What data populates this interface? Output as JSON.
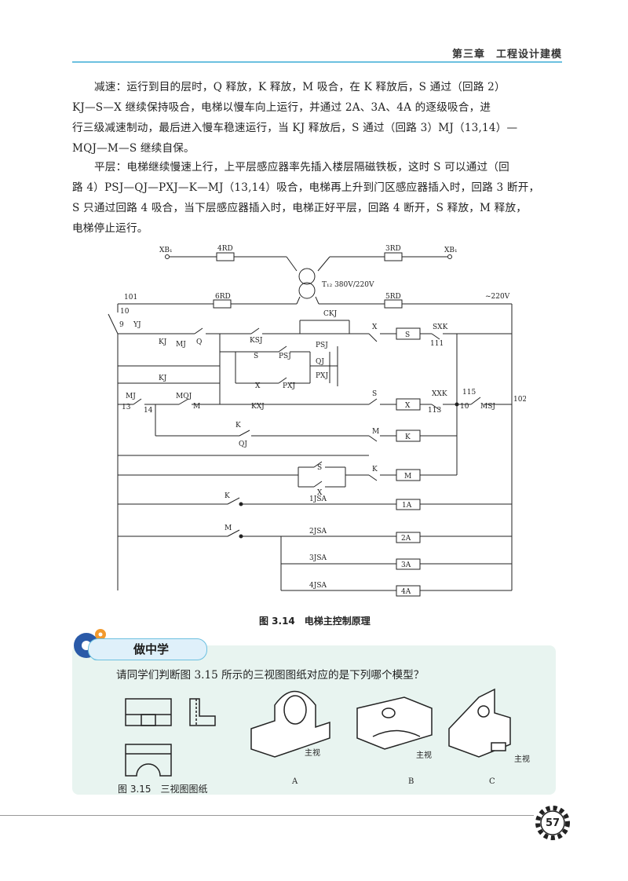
{
  "header": {
    "chapter": "第三章　工程设计建模"
  },
  "paragraphs": {
    "p1": [
      "减速：运行到目的层时，Q 释放，K 释放，M 吸合，在 K 释放后，S 通过（回路 2）",
      "KJ—S—X 继续保持吸合，电梯以慢车向上运行，并通过 2A、3A、4A 的逐级吸合，进",
      "行三级减速制动，最后进入慢车稳速运行，当 KJ 释放后，S 通过（回路 3）MJ（13,14）—",
      "MQJ—M—S 继续自保。"
    ],
    "p2": [
      "平层：电梯继续慢速上行，上平层感应器率先插入楼层隔磁铁板，这时 S 可以通过（回",
      "路 4）PSJ—QJ—PXJ—K—MJ（13,14）吸合，电梯再上升到门区感应器插入时，回路 3 断开，",
      "S 只通过回路 4 吸合，当下层感应器插入时，电梯正好平层，回路 4 断开，S 释放，M 释放，",
      "电梯停止运行。"
    ]
  },
  "figure_314": {
    "caption": "图 3.14　电梯主控制原理",
    "labels": {
      "xb_left": "XB₁",
      "xb_right": "XB₁",
      "fuse_4rd": "4RD",
      "fuse_3rd": "3RD",
      "transformer": "T₁₂ 380V/220V",
      "node_101": "101",
      "fuse_6rd": "6RD",
      "fuse_5rd": "5RD",
      "supply": "~220V",
      "n10": "10",
      "n9": "9",
      "yj": "YJ",
      "ckj": "CKJ",
      "kj1": "KJ",
      "q": "Q",
      "ksj": "KSJ",
      "x1": "X",
      "s_coil": "S",
      "sxk": "SXK",
      "n111": "111",
      "mj1": "MJ",
      "s1": "S",
      "psj1": "PSJ",
      "psj2": "PSJ",
      "qj1": "QJ",
      "kj2": "KJ",
      "x2": "X",
      "pxj1": "PXJ",
      "pxj2": "PXJ",
      "mj2": "MJ",
      "mqj": "MQJ",
      "n13": "13",
      "n14": "14",
      "m1": "M",
      "kxj": "KXJ",
      "s2": "S",
      "x_coil": "X",
      "xxk": "XXK",
      "n113": "113",
      "n10b": "10",
      "n115": "115",
      "msj": "MSJ",
      "n102": "102",
      "k1": "K",
      "qj2": "QJ",
      "m2": "M",
      "k_coil": "K",
      "s3": "S",
      "x3": "X",
      "k2": "K",
      "m_coil": "M",
      "k3": "K",
      "jsa1": "1JSA",
      "c1a": "1A",
      "m3": "M",
      "jsa2": "2JSA",
      "c2a": "2A",
      "jsa3": "3JSA",
      "c3a": "3A",
      "jsa4": "4JSA",
      "c4a": "4A"
    }
  },
  "activity": {
    "title": "做中学",
    "question": "请同学们判断图 3.15 所示的三视图图纸对应的是下列哪个模型？",
    "caption": "图 3.15　三视图图纸",
    "main_view_label": "主视",
    "options": [
      "A",
      "B",
      "C"
    ]
  },
  "page_number": "57",
  "colors": {
    "accent": "#6cc0e0",
    "panel": "#e8f4f0",
    "gear_blue": "#2a5aa8",
    "gear_orange": "#f29a2e"
  }
}
